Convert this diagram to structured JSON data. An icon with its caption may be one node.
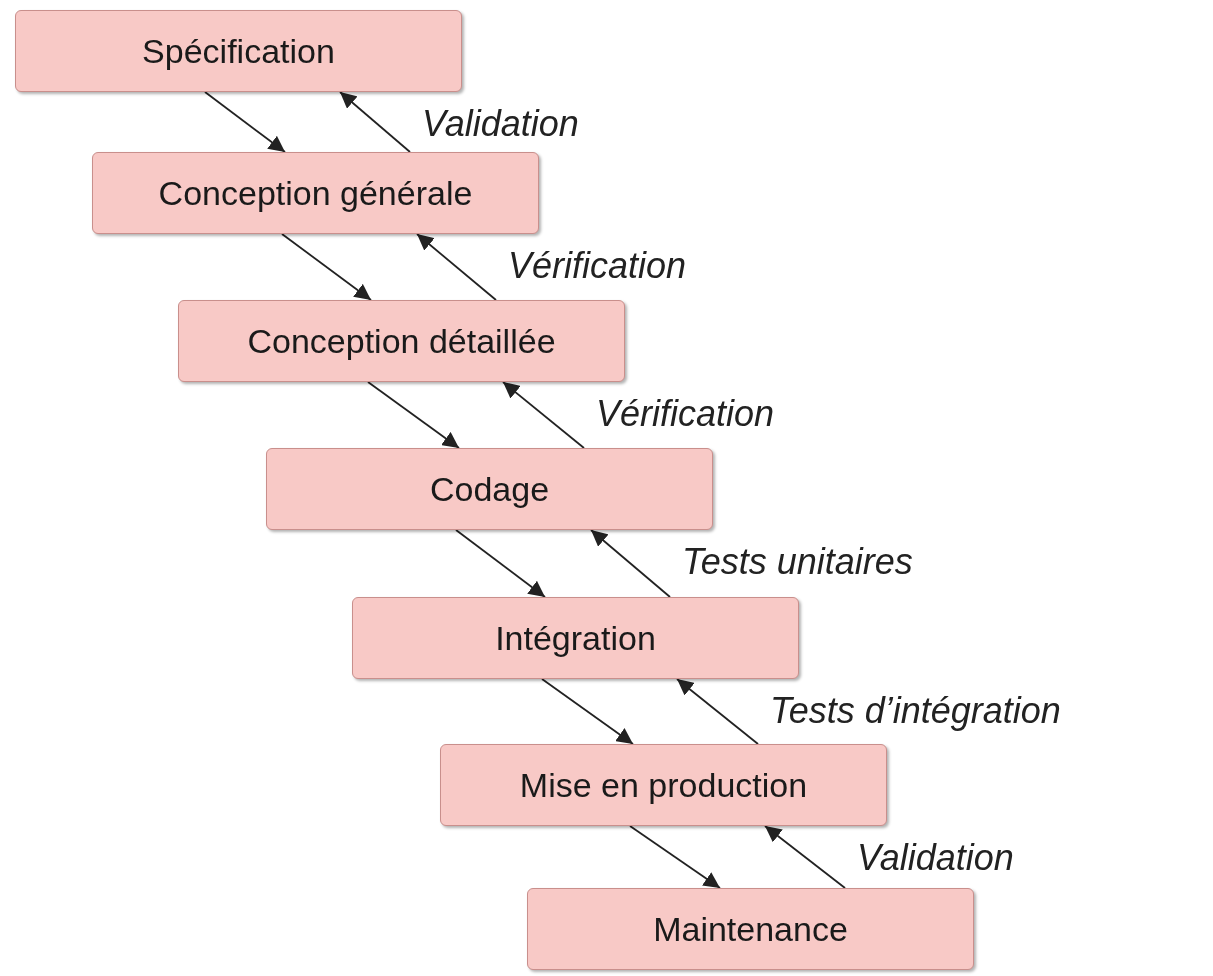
{
  "diagram": {
    "nodes": [
      {
        "text": [
          "Spécification"
        ]
      },
      {
        "text": [
          "Conception générale"
        ]
      },
      {
        "text": [
          "Conception détaillée"
        ]
      },
      {
        "text": [
          "Codage"
        ]
      },
      {
        "text": [
          "Intégration"
        ]
      },
      {
        "text": [
          "Mise en production"
        ]
      },
      {
        "text": [
          "Maintenance"
        ]
      }
    ],
    "edges": [
      {
        "from": 0,
        "to": 1,
        "arrow": "to"
      },
      {
        "from": 1,
        "to": 0,
        "arrow": "to",
        "label": "Validation"
      },
      {
        "from": 1,
        "to": 2,
        "arrow": "to"
      },
      {
        "from": 2,
        "to": 1,
        "arrow": "to",
        "label": "Vérification"
      },
      {
        "from": 2,
        "to": 3,
        "arrow": "to"
      },
      {
        "from": 3,
        "to": 2,
        "arrow": "to",
        "label": "Vérification"
      },
      {
        "from": 3,
        "to": 4,
        "arrow": "to"
      },
      {
        "from": 4,
        "to": 3,
        "arrow": "to",
        "label": "Tests unitaires"
      },
      {
        "from": 4,
        "to": 5,
        "arrow": "to"
      },
      {
        "from": 5,
        "to": 4,
        "arrow": "to",
        "label": "Tests d’intégration"
      },
      {
        "from": 5,
        "to": 6,
        "arrow": "to"
      },
      {
        "from": 6,
        "to": 5,
        "arrow": "to",
        "label": "Validation"
      }
    ]
  }
}
